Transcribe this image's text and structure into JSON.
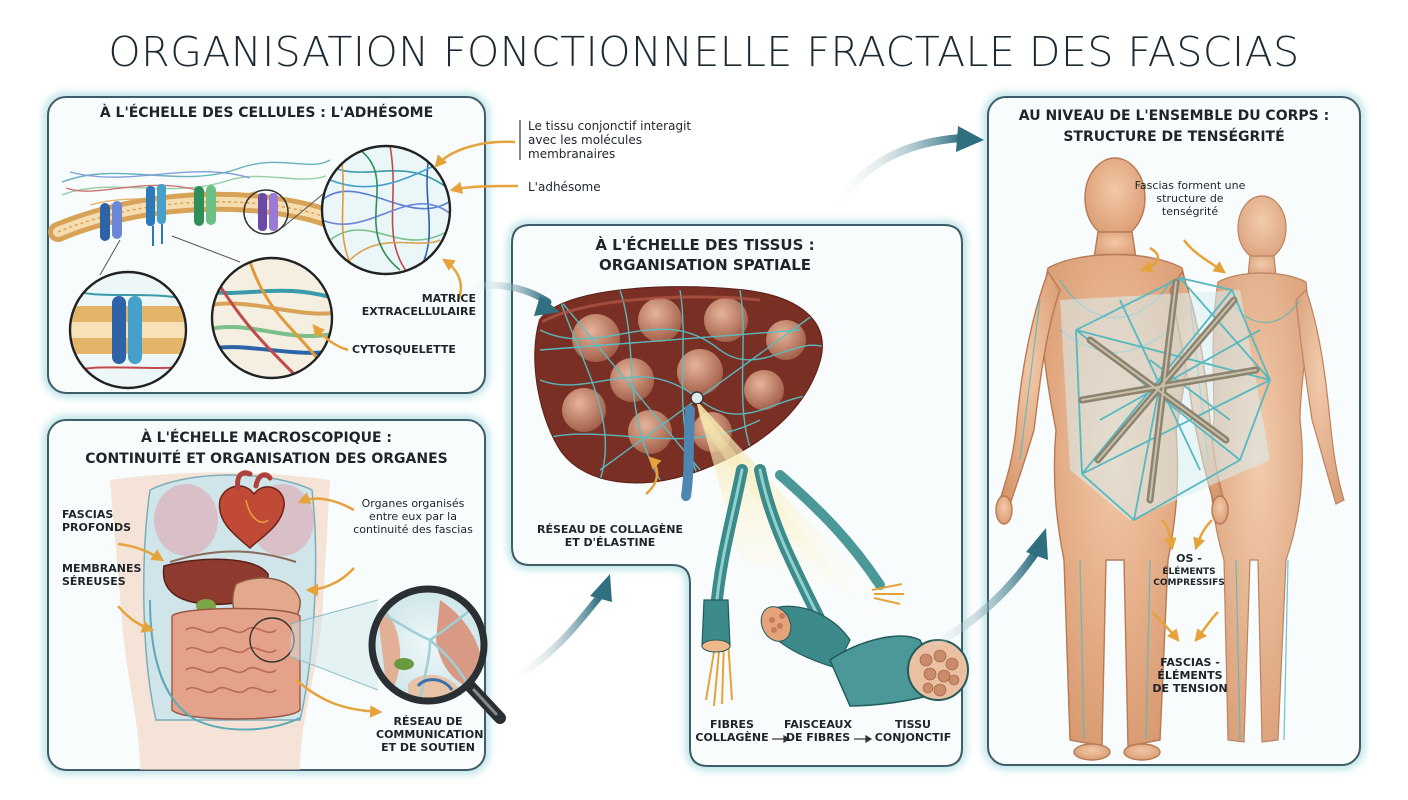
{
  "title": "ORGANISATION FONCTIONNELLE FRACTALE DES FASCIAS",
  "panels": {
    "cells": {
      "heading": "À L'ÉCHELLE DES CELLULES : L'ADHÉSOME",
      "labels": {
        "interaction": "Le tissu conjonctif interagit avec les molécules membranaires",
        "adhesome": "L'adhésome",
        "matrix": "MATRICE EXTRACELLULAIRE",
        "cytoskeleton": "CYTOSQUELETTE"
      }
    },
    "tissues": {
      "heading_line1": "À L'ÉCHELLE DES TISSUS :",
      "heading_line2": "ORGANISATION SPATIALE",
      "labels": {
        "network": "RÉSEAU DE COLLAGÈNE ET D'ÉLASTINE",
        "fibres": "FIBRES COLLAGÈNE",
        "bundles": "FAISCEAUX DE FIBRES",
        "tissue": "TISSU CONJONCTIF"
      }
    },
    "macro": {
      "heading_line1": "À L'ÉCHELLE MACROSCOPIQUE :",
      "heading_line2": "CONTINUITÉ ET ORGANISATION DES ORGANES",
      "labels": {
        "deep_fascia": "FASCIAS PROFONDS",
        "serous": "MEMBRANES SÉREUSES",
        "organs": "Organes organisés entre eux par la continuité des fascias",
        "network": "RÉSEAU DE COMMUNICATION ET DE SOUTIEN"
      }
    },
    "body": {
      "heading_line1": "AU NIVEAU DE L'ENSEMBLE DU CORPS :",
      "heading_line2": "STRUCTURE DE TENSÉGRITÉ",
      "labels": {
        "tensegrity": "Fascias forment une structure de tenségrité",
        "bones_title": "OS -",
        "bones_sub": "ÉLÉMENTS COMPRESSIFS",
        "fascia_tension": "FASCIAS - ÉLÉMENTS DE TENSION"
      }
    }
  },
  "colors": {
    "panel_border": "#3f5d68",
    "panel_glow": "#b9e2e6",
    "flow_arrow": "#2f6f80",
    "label_arrow": "#e6a33c",
    "skin": "#e8b48f",
    "fascia": "#56b8c0",
    "liver": "#8e3a2e"
  },
  "icons": [
    "cell-membrane-icon",
    "magnifier-icon",
    "liver-icon",
    "heart-icon",
    "human-figure-icon"
  ]
}
